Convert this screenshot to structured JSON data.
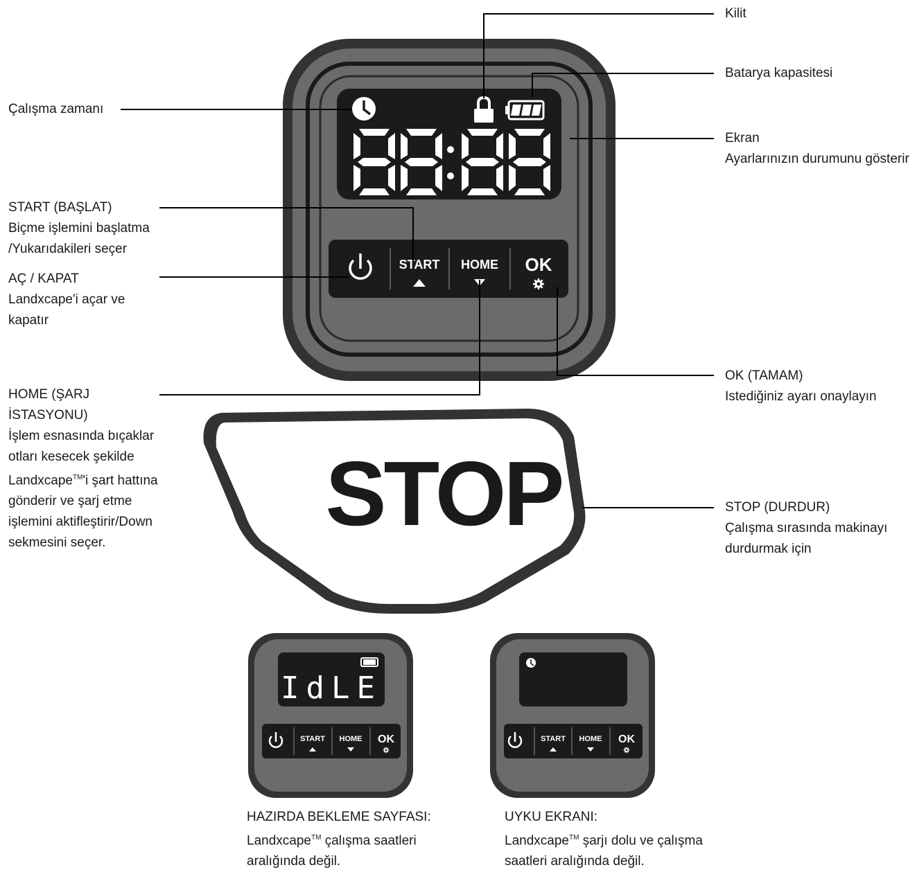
{
  "labels": {
    "lock": "Kilit",
    "battery": "Batarya kapasitesi",
    "screen_title": "Ekran",
    "screen_desc": "Ayarlarınızın durumunu gösterir",
    "work_time": "Çalışma zamanı",
    "start_title": "START (BAŞLAT)",
    "start_desc": "Biçme işlemini başlatma\n/Yukarıdakileri seçer",
    "power_title": "AÇ / KAPAT",
    "power_desc": "Landxcape'i açar ve\nkapatır",
    "home_title": "HOME (ŞARJ\nİSTASYONU)",
    "home_desc_1": "İşlem esnasında bıçaklar\notları kesecek şekilde\nLandxcape",
    "home_desc_sup": "TM",
    "home_desc_2": "'i şart hattına\ngönderir ve şarj etme\nişlemini aktifleştirir/Down\nsekmesini seçer.",
    "ok_title": "OK (TAMAM)",
    "ok_desc": "Istediğiniz ayarı onaylayın",
    "stop_title": "STOP (DURDUR)",
    "stop_desc": "Çalışma sırasında makinayı\ndurdurmak için",
    "idle_title": "HAZIRDA BEKLEME SAYFASI:",
    "idle_brand": "Landxcape",
    "idle_sup": "TM",
    "idle_desc_1": " çalışma saatleri",
    "idle_desc_2": "aralığında değil.",
    "sleep_title": "UYKU EKRANI:",
    "sleep_brand": "Landxcape",
    "sleep_sup": "TM",
    "sleep_desc_1": " şarjı dolu ve çalışma",
    "sleep_desc_2": "saatleri aralığında değil."
  },
  "panel": {
    "display_value": "88:88",
    "buttons": {
      "start": "START",
      "home": "HOME",
      "ok": "OK"
    }
  },
  "stop_button": {
    "label": "STOP"
  },
  "idle_panel": {
    "display_text": "IdLE",
    "buttons": {
      "start": "START",
      "home": "HOME",
      "ok": "OK"
    }
  },
  "sleep_panel": {
    "buttons": {
      "start": "START",
      "home": "HOME",
      "ok": "OK"
    }
  },
  "icons": [
    "clock-icon",
    "lock-icon",
    "battery-icon",
    "power-icon",
    "up-arrow-icon",
    "down-arrow-icon",
    "gear-icon"
  ],
  "colors": {
    "panel_outer": "#333333",
    "panel_body": "#6b6b6b",
    "display": "#1b1b1b",
    "lines": "#000000"
  }
}
